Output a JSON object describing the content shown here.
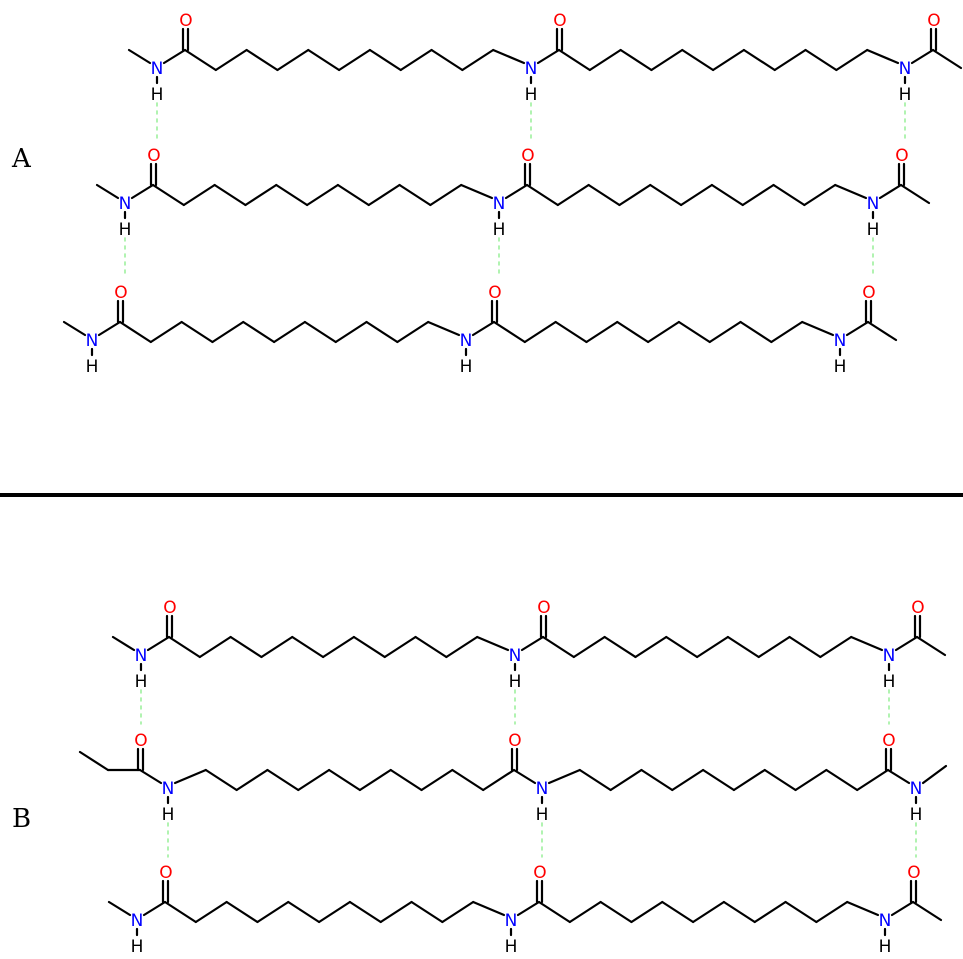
{
  "panels": [
    {
      "label": "A"
    },
    {
      "label": "B"
    }
  ],
  "atoms": {
    "oxygen": "O",
    "nitrogen": "N",
    "hydrogen": "H"
  },
  "colors": {
    "bond": "#000000",
    "oxygen": "#ff0000",
    "nitrogen": "#0000ff",
    "hydrogen": "#000000",
    "hbond": "#90ee90",
    "divider": "#000000"
  }
}
